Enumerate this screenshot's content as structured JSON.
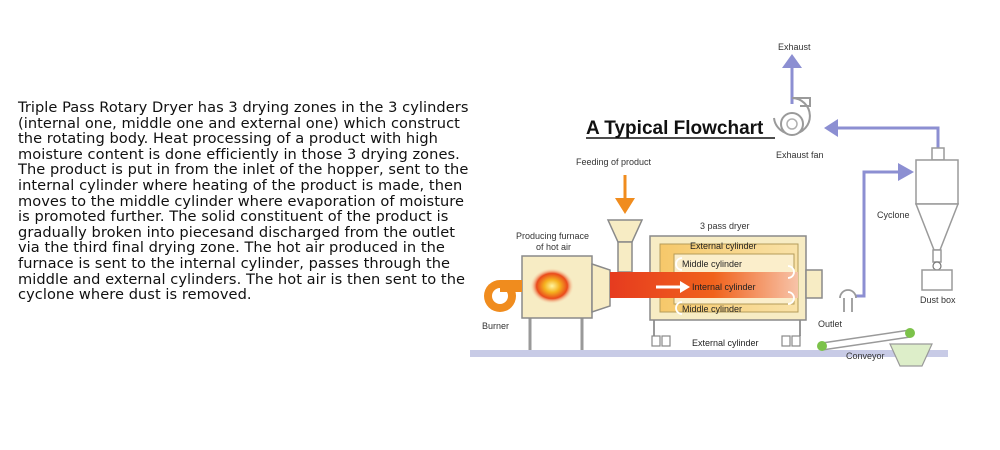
{
  "description": "Triple Pass Rotary Dryer has 3 drying zones in the 3 cylinders (internal one, middle one and external one) which construct the rotating body. Heat processing of a product with high moisture content is done efficiently in those 3 drying zones. The product is put in from the inlet of the hopper, sent to the internal cylinder where heating of the product is made, then moves to the middle cylinder where evaporation of moisture is promoted further. The solid constituent of the product is gradually broken into piecesand discharged from the outlet via the third final drying zone. The hot air produced in the furnace is sent to the internal cylinder, passes through the middle and external cylinders. The hot air is then sent to the cyclone where dust is removed.",
  "diagram": {
    "title": "A Typical Flowchart",
    "labels": {
      "exhaust": "Exhaust",
      "exhaust_fan": "Exhaust fan",
      "feeding": "Feeding of product",
      "dryer": "3 pass dryer",
      "furnace_line1": "Producing furnace",
      "furnace_line2": "of hot air",
      "cyclone": "Cyclone",
      "dust_box": "Dust box",
      "external_top": "External cylinder",
      "middle_top": "Middle cylinder",
      "internal": "Internal cylinder",
      "middle_bottom": "Middle cylinder",
      "external_bottom": "External cylinder",
      "burner": "Burner",
      "outlet": "Outlet",
      "conveyor": "Conveyor"
    },
    "colors": {
      "arrow": "#8c8fd2",
      "orange": "#f08c1e",
      "equipment_fill": "#f7ecc4",
      "equipment_stroke": "#8a8a8a",
      "flame": "#e8381a",
      "conveyor_green": "#7cc24a",
      "ground": "#c8cbe6"
    }
  }
}
